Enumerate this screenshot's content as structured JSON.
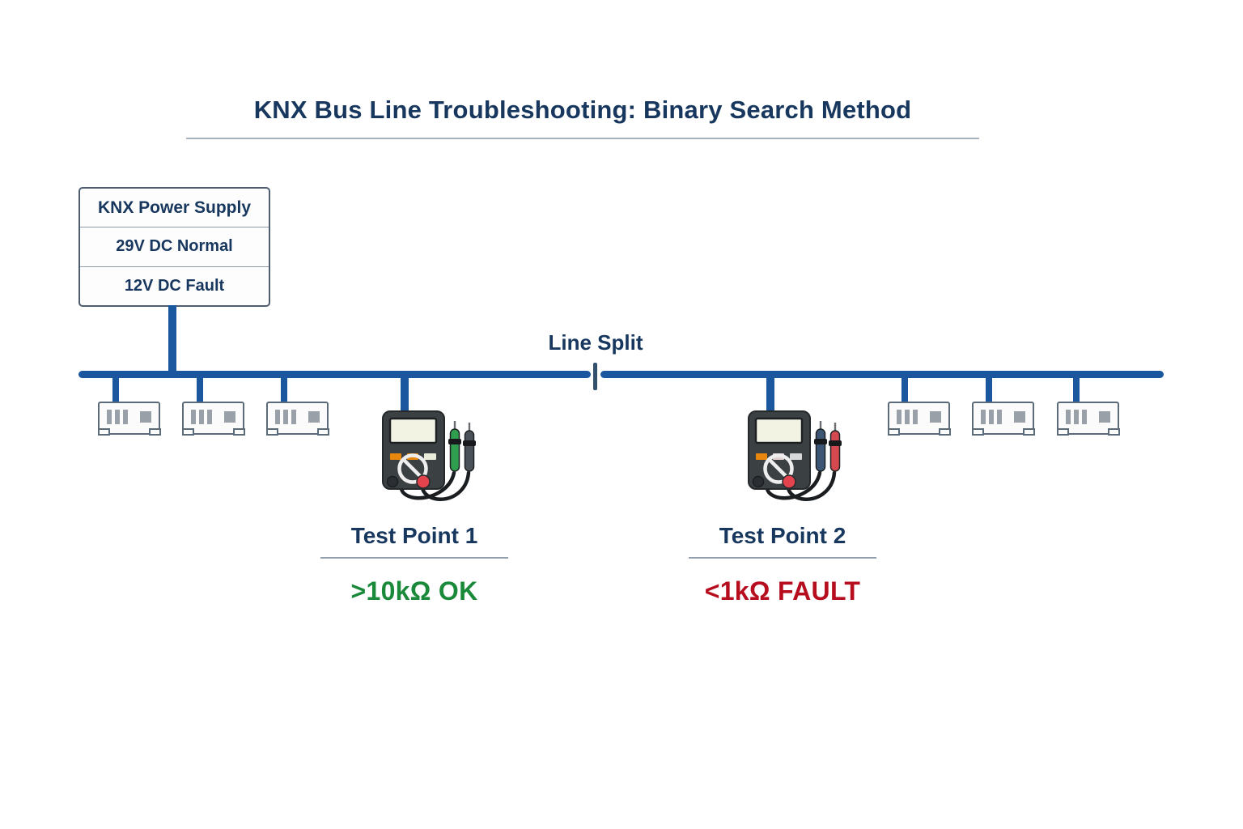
{
  "title": "KNX Bus Line Troubleshooting: Binary Search Method",
  "power_supply": {
    "header": "KNX Power Supply",
    "normal_value": "29V DC Normal",
    "fault_value": "12V DC Fault"
  },
  "bus": {
    "split_label": "Line Split",
    "device_count_left": 3,
    "device_count_right": 3
  },
  "test_points": [
    {
      "label": "Test Point 1",
      "reading": ">10kΩ OK",
      "status": "ok",
      "reading_color": "#1a8a3a",
      "probe_colors": [
        "#2f9e4f",
        "#4a5158"
      ],
      "button_colors": [
        "#e8860d",
        "#e8860d",
        "#e9ecd9"
      ]
    },
    {
      "label": "Test Point 2",
      "reading": "<1kΩ FAULT",
      "status": "fault",
      "reading_color": "#b60d1f",
      "probe_colors": [
        "#3d5676",
        "#d4494f"
      ],
      "button_colors": [
        "#e8860d",
        "#e5d2d3",
        "#d6d8d9"
      ]
    }
  ],
  "colors": {
    "title_navy": "#17375e",
    "bus_blue": "#1a579e",
    "ok_green": "#1a8a3a",
    "fault_red": "#b60d1f"
  }
}
